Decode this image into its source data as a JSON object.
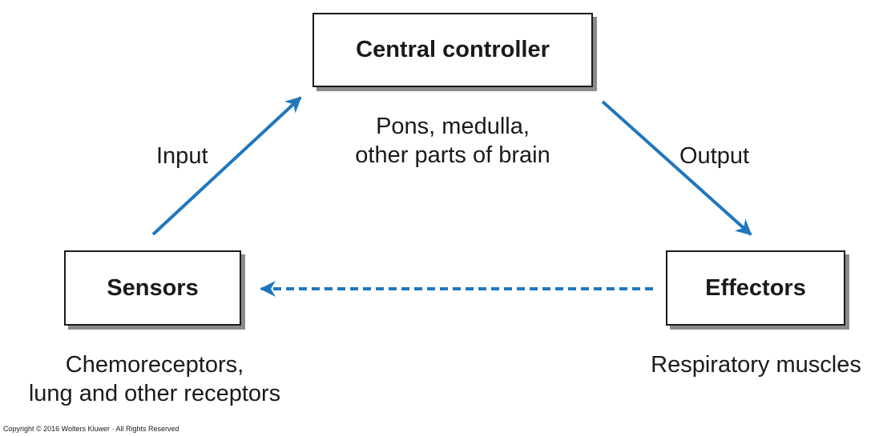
{
  "nodes": {
    "central": {
      "label": "Central controller",
      "caption_lines": [
        "Pons, medulla,",
        "other parts of brain"
      ]
    },
    "sensors": {
      "label": "Sensors",
      "caption_lines": [
        "Chemoreceptors,",
        "lung and other receptors"
      ]
    },
    "effectors": {
      "label": "Effectors",
      "caption_lines": [
        "Respiratory muscles"
      ]
    }
  },
  "edges": {
    "input": {
      "label": "Input",
      "from": "Sensors",
      "to": "Central controller",
      "style": "solid"
    },
    "output": {
      "label": "Output",
      "from": "Central controller",
      "to": "Effectors",
      "style": "solid"
    },
    "feedback": {
      "from": "Effectors",
      "to": "Sensors",
      "style": "dashed"
    }
  },
  "colors": {
    "arrow": "#1f77bd",
    "box_border": "#1a1a1a",
    "box_shadow": "#8a8a8a",
    "text": "#1a1a1a"
  },
  "footer": {
    "copyright": "Copyright © 2016 Wolters Kluwer · All Rights Reserved"
  }
}
